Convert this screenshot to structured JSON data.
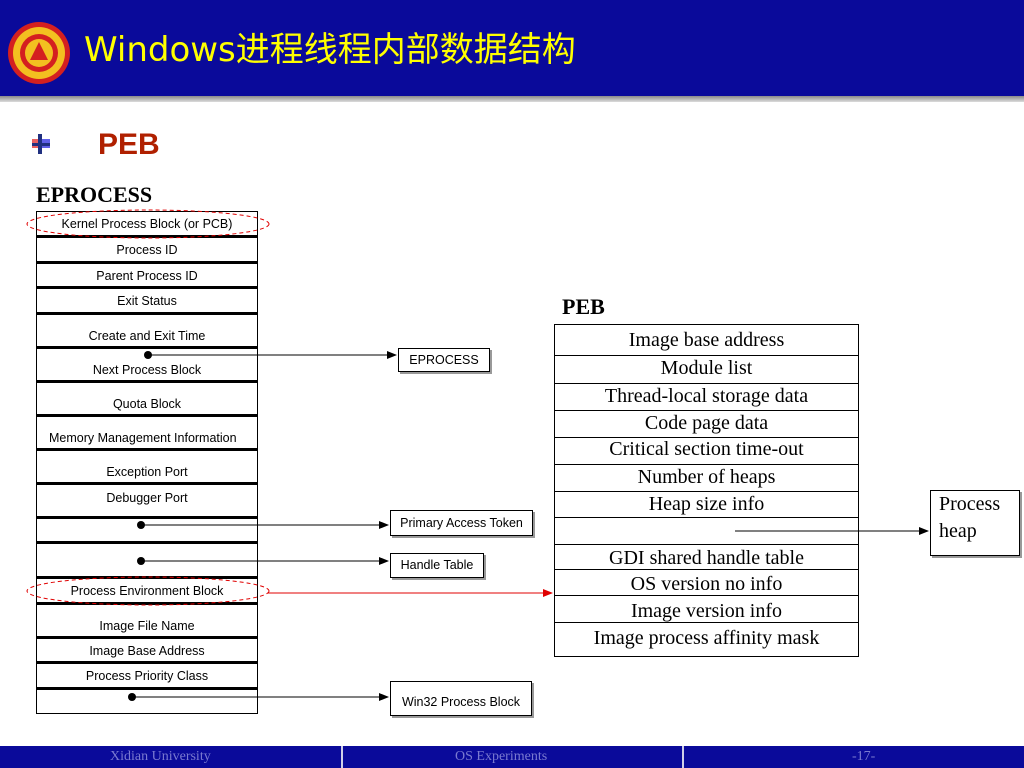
{
  "header": {
    "title": "Windows进程线程内部数据结构"
  },
  "slide": {
    "subtitle": "PEB"
  },
  "eprocess": {
    "label": "EPROCESS",
    "fields": [
      "Kernel Process Block (or PCB)",
      "Process ID",
      "Parent Process ID",
      "Exit Status",
      "Create and Exit Time",
      "Next Process Block",
      "Quota Block",
      "Memory Management Information",
      "Exception Port",
      "Debugger Port",
      "",
      "",
      "Process Environment Block",
      "Image File Name",
      "Image Base Address",
      "Process Priority Class",
      ""
    ]
  },
  "targets": {
    "eprocess": "EPROCESS",
    "primary_access_token": "Primary Access Token",
    "handle_table": "Handle Table",
    "win32_process_block": "Win32 Process Block"
  },
  "peb": {
    "label": "PEB",
    "rows": [
      "Image base address",
      "Module list",
      "Thread-local storage data",
      "Code page data",
      "Critical section time-out",
      "Number of heaps",
      "Heap size info",
      "",
      "GDI shared handle table",
      "OS version no info",
      "Image version info",
      "Image process affinity mask"
    ]
  },
  "process_heap": {
    "line1": "Process",
    "line2": "heap"
  },
  "footer": {
    "left": "Xidian University",
    "center": "OS Experiments",
    "right": "-17-"
  },
  "colors": {
    "header_bg": "#0a0a9a",
    "title": "#ffff00",
    "subtitle": "#b02000",
    "highlight": "#e00000"
  }
}
